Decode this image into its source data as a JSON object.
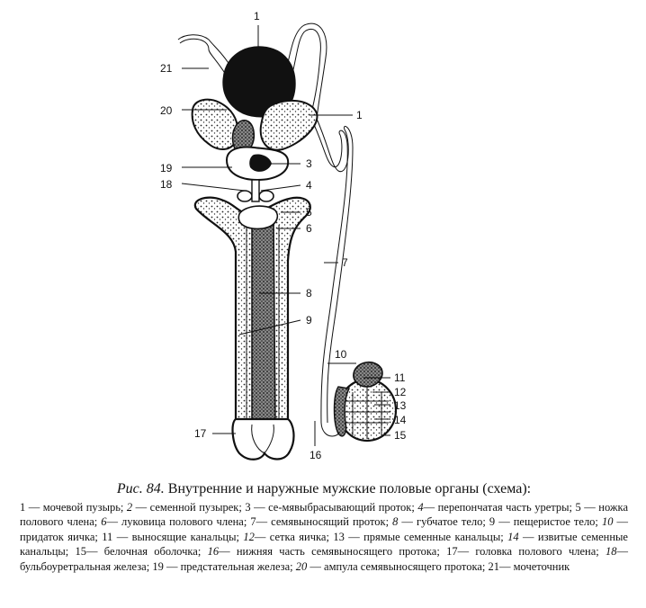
{
  "figure": {
    "labels": [
      "1",
      "21",
      "20",
      "1",
      "19",
      "3",
      "18",
      "4",
      "5",
      "6",
      "7",
      "8",
      "9",
      "10",
      "11",
      "12",
      "13",
      "14",
      "15",
      "16",
      "17"
    ]
  },
  "caption": {
    "fig_number": "Рис. 84.",
    "title": " Внутренние и наружные мужские половые органы (схема):",
    "legend": [
      {
        "n": "1",
        "t": " — мочевой пузырь; "
      },
      {
        "n": "2",
        "t": " — семенной пузырек; "
      },
      {
        "n": "3",
        "t": " — се-мявыбрасывающий проток; "
      },
      {
        "n": "4",
        "t": "— перепончатая часть уретры; "
      },
      {
        "n": "5",
        "t": " — ножка полового члена; "
      },
      {
        "n": "6",
        "t": "— луковица полового члена; "
      },
      {
        "n": "7",
        "t": "— семявыносящий проток; "
      },
      {
        "n": "8",
        "t": " — губчатое тело; "
      },
      {
        "n": "9",
        "t": " — пещеристое тело; "
      },
      {
        "n": "10",
        "t": " — придаток яичка; "
      },
      {
        "n": "11",
        "t": " — выносящие канальцы; "
      },
      {
        "n": "12",
        "t": "— сетка яичка; "
      },
      {
        "n": "13",
        "t": " — прямые семенные канальцы; "
      },
      {
        "n": "14",
        "t": " — извитые семенные канальцы; "
      },
      {
        "n": "15",
        "t": "— белочная оболочка; "
      },
      {
        "n": "16",
        "t": "— нижняя часть семявыносящего протока; "
      },
      {
        "n": "17",
        "t": "— головка полового члена; "
      },
      {
        "n": "18",
        "t": "— бульбоуретральная железа; "
      },
      {
        "n": "19",
        "t": " — предстательная железа; "
      },
      {
        "n": "20",
        "t": " — ампула семявыносящего протока; "
      },
      {
        "n": "21",
        "t": "— мочеточник"
      }
    ]
  }
}
